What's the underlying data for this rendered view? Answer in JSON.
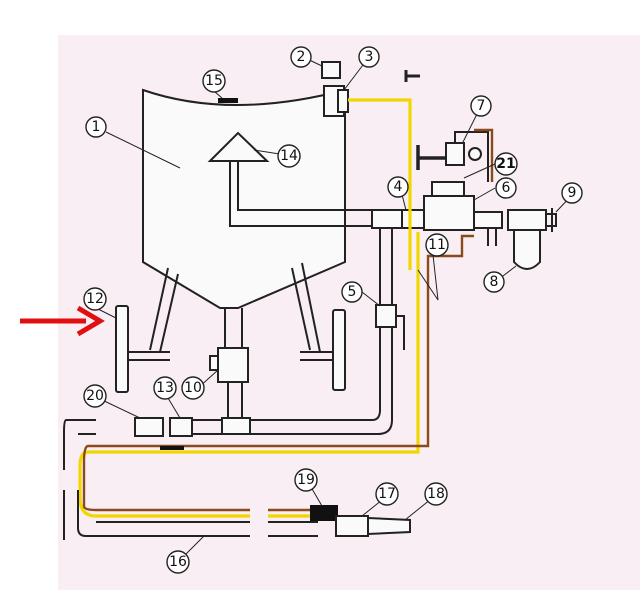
{
  "callouts": [
    {
      "id": "1",
      "label": "1"
    },
    {
      "id": "2",
      "label": "2"
    },
    {
      "id": "3",
      "label": "3"
    },
    {
      "id": "4",
      "label": "4"
    },
    {
      "id": "5",
      "label": "5"
    },
    {
      "id": "6",
      "label": "6"
    },
    {
      "id": "7",
      "label": "7"
    },
    {
      "id": "8",
      "label": "8"
    },
    {
      "id": "9",
      "label": "9"
    },
    {
      "id": "10",
      "label": "10"
    },
    {
      "id": "11",
      "label": "11"
    },
    {
      "id": "12",
      "label": "12"
    },
    {
      "id": "13",
      "label": "13"
    },
    {
      "id": "14",
      "label": "14"
    },
    {
      "id": "15",
      "label": "15"
    },
    {
      "id": "16",
      "label": "16"
    },
    {
      "id": "17",
      "label": "17"
    },
    {
      "id": "18",
      "label": "18"
    },
    {
      "id": "19",
      "label": "19"
    },
    {
      "id": "20",
      "label": "20"
    },
    {
      "id": "21",
      "label": "21"
    }
  ],
  "colors": {
    "background": "#f8eef4",
    "line": "#222222",
    "air_hose": "#f2d600",
    "control_hose": "#8b4a1c",
    "pointer_arrow": "#e01010"
  },
  "pointer": {
    "target": "12",
    "icon": "red-arrow-icon"
  }
}
